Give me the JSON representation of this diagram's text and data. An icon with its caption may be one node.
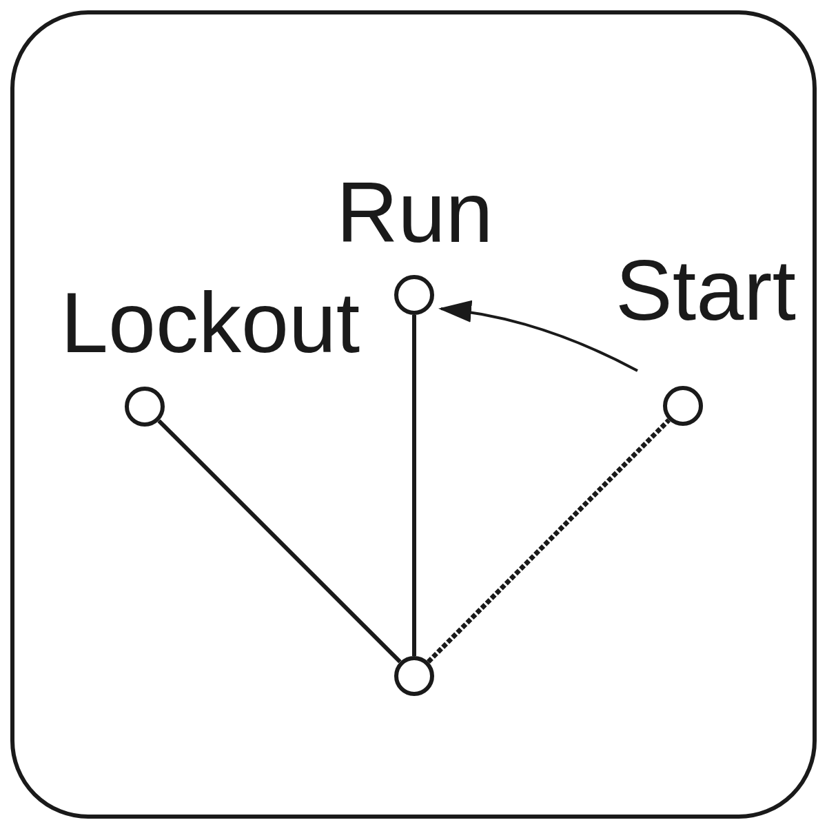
{
  "diagram": {
    "nodes": [
      {
        "text": [],
        "shape": "circle",
        "beside": [
          "Run"
        ]
      },
      {
        "text": [],
        "shape": "circle",
        "beside": [
          "Start"
        ]
      },
      {
        "text": [],
        "shape": "circle",
        "beside": [
          "Lockout"
        ]
      },
      {
        "text": [],
        "shape": "circle"
      }
    ],
    "edges": [
      {
        "from": 3,
        "to": 2,
        "arrow": "none"
      },
      {
        "from": 3,
        "to": 0,
        "arrow": "none"
      },
      {
        "from": 3,
        "to": 1,
        "arrow": "none",
        "style": "dashed"
      },
      {
        "from": 1,
        "to": 0,
        "arrow": "to"
      }
    ]
  }
}
